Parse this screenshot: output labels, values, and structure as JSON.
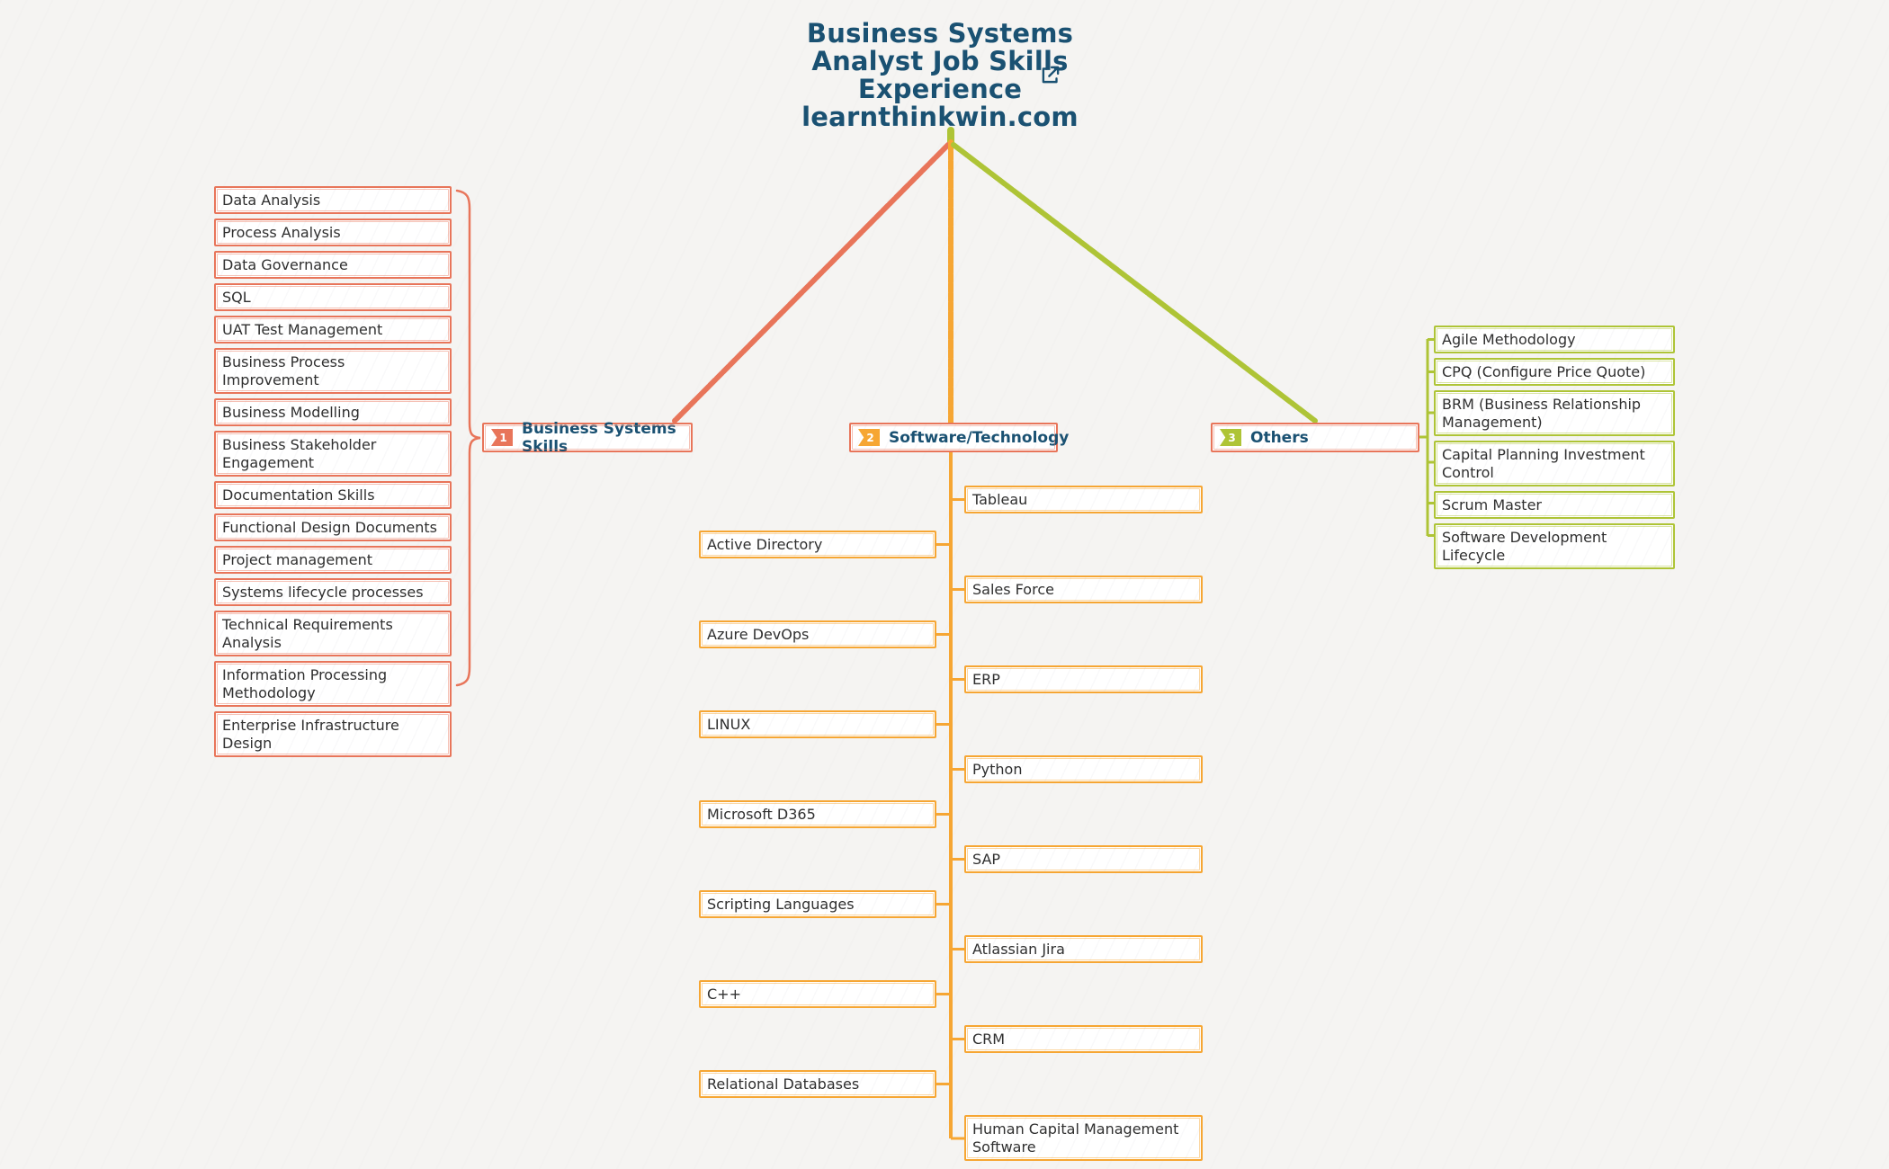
{
  "title": {
    "lines": [
      "Business Systems",
      "Analyst Job Skills",
      "Experience",
      "learnthinkwin.com"
    ],
    "color": "#1a5172"
  },
  "colors": {
    "salmon": "#e8755a",
    "orange": "#f6a633",
    "green": "#aec436",
    "heading_blue": "#1a5172",
    "item_text": "#2f2f2f",
    "background": "#f5f4f2"
  },
  "branches": [
    {
      "badge": "1",
      "label": "Business Systems Skills",
      "items": [
        "Data Analysis",
        "Process Analysis",
        "Data Governance",
        "SQL",
        "UAT Test Management",
        "Business Process Improvement",
        "Business Modelling",
        "Business Stakeholder Engagement",
        "Documentation Skills",
        "Functional Design Documents",
        "Project management",
        "Systems lifecycle processes",
        "Technical Requirements Analysis",
        "Information Processing Methodology",
        "Enterprise Infrastructure Design"
      ]
    },
    {
      "badge": "2",
      "label": "Software/Technology",
      "items_left": [
        "Active Directory",
        "Azure DevOps",
        "LINUX",
        "Microsoft D365",
        "Scripting Languages",
        "C++",
        "Relational Databases"
      ],
      "items_right": [
        "Tableau",
        "Sales Force",
        "ERP",
        "Python",
        "SAP",
        "Atlassian Jira",
        "CRM",
        "Human Capital Management Software"
      ]
    },
    {
      "badge": "3",
      "label": "Others",
      "items": [
        "Agile Methodology",
        "CPQ (Configure Price Quote)",
        "BRM (Business Relationship Management)",
        "Capital Planning Investment Control",
        "Scrum Master",
        "Software Development Lifecycle"
      ]
    }
  ]
}
